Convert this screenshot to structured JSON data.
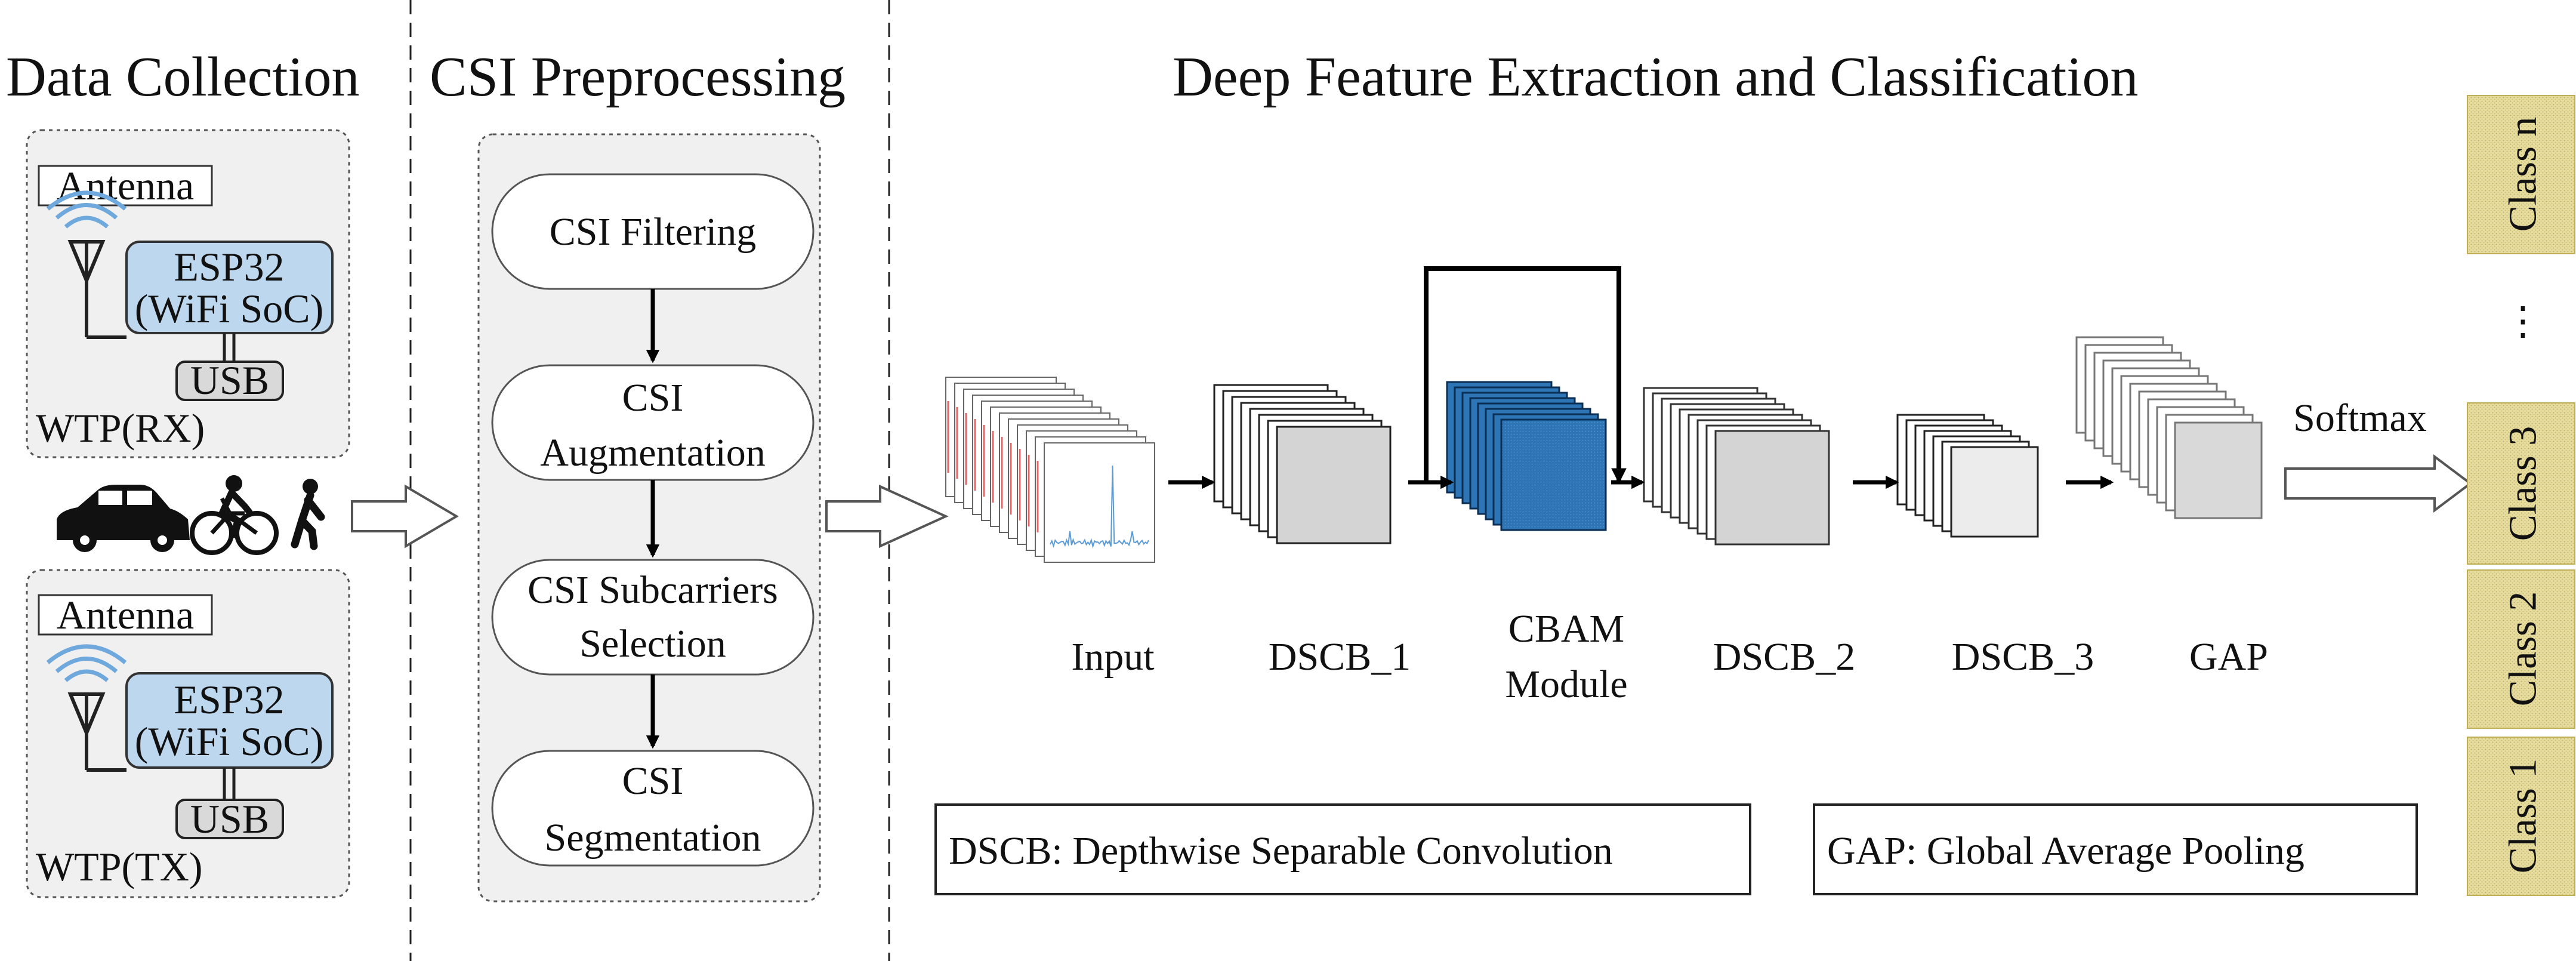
{
  "sections": {
    "data_collection": "Data Collection",
    "csi_preprocessing": "CSI Preprocessing",
    "deep_feature": "Deep Feature Extraction and Classification"
  },
  "devices": {
    "rx": {
      "antenna": "Antenna",
      "chip_line1": "ESP32",
      "chip_line2": "(WiFi SoC)",
      "usb": "USB",
      "label": "WTP(RX)"
    },
    "tx": {
      "antenna": "Antenna",
      "chip_line1": "ESP32",
      "chip_line2": "(WiFi SoC)",
      "usb": "USB",
      "label": "WTP(TX)"
    }
  },
  "preprocessing_steps": [
    {
      "line1": "CSI Filtering",
      "line2": ""
    },
    {
      "line1": "CSI",
      "line2": "Augmentation"
    },
    {
      "line1": "CSI Subcarriers",
      "line2": "Selection"
    },
    {
      "line1": "CSI",
      "line2": "Segmentation"
    }
  ],
  "network": {
    "input": "Input",
    "dscb1": "DSCB_1",
    "cbam_line1": "CBAM",
    "cbam_line2": "Module",
    "dscb2": "DSCB_2",
    "dscb3": "DSCB_3",
    "gap": "GAP",
    "softmax": "Softmax"
  },
  "classes": [
    "Class n",
    "⋮",
    "Class 3",
    "Class 2",
    "Class 1"
  ],
  "legend": {
    "dscb": "DSCB: Depthwise Separable Convolution",
    "gap": "GAP: Global Average Pooling"
  },
  "colors": {
    "panel_bg": "#f0f0f0",
    "chip_fill": "#bdd7ee",
    "cbam_blue": "#2e75b6",
    "class_fill": "#e6dca0",
    "wifi_arc": "#6fa8dc"
  },
  "icons": [
    "car-icon",
    "cyclist-icon",
    "walker-icon",
    "antenna-icon",
    "wifi-icon"
  ]
}
